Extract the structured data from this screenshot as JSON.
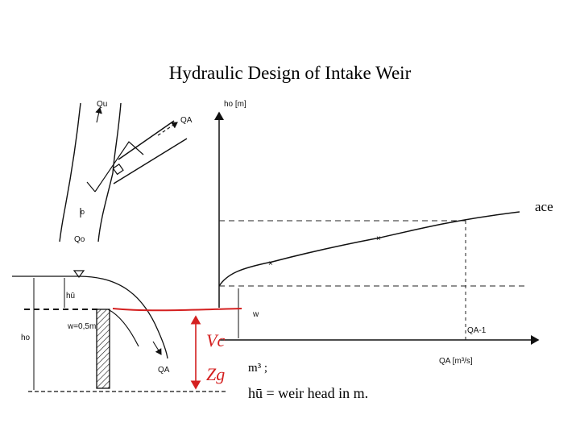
{
  "slide": {
    "title": "Hydraulic Design of Intake Weir",
    "partial_text_right": "ace",
    "partial_text_top": "m³ ;",
    "caption_line": "hū = weir head in m."
  },
  "plan_sketch": {
    "label_upstream": "Qu",
    "label_intake": "QA",
    "label_downstream": "Qo",
    "label_section": "o"
  },
  "weir_section": {
    "label_head": "hū",
    "label_depth": "ho",
    "label_weir_height": "w=0,5m",
    "label_flow": "QA"
  },
  "rating_curve": {
    "y_axis_label": "ho [m]",
    "x_axis_label": "QA [m³/s]",
    "label_w": "w",
    "label_qa1": "QA-1"
  },
  "handwritten": {
    "label1": "Vc",
    "label2": "Zg",
    "color": "#d42020"
  }
}
